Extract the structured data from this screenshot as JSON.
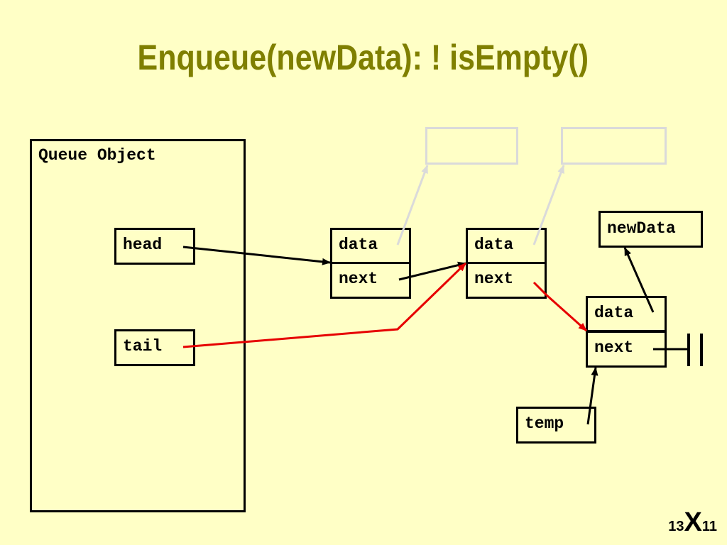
{
  "slide": {
    "title": "Enqueue(newData): ! isEmpty()",
    "page_number": {
      "left": "13",
      "mark": "X",
      "right": "11"
    }
  },
  "queue_object": {
    "label": "Queue Object",
    "head_label": "head",
    "tail_label": "tail"
  },
  "node_1": {
    "data_label": "data",
    "next_label": "next"
  },
  "node_2": {
    "data_label": "data",
    "next_label": "next"
  },
  "new_node": {
    "data_label": "data",
    "next_label": "next"
  },
  "new_data_label": "newData",
  "temp_label": "temp",
  "colors": {
    "background": "#FFFFC6",
    "title": "#7F7F00",
    "new_link": "#E60000",
    "old_link": "#000000",
    "ghost": "#DADADA"
  }
}
